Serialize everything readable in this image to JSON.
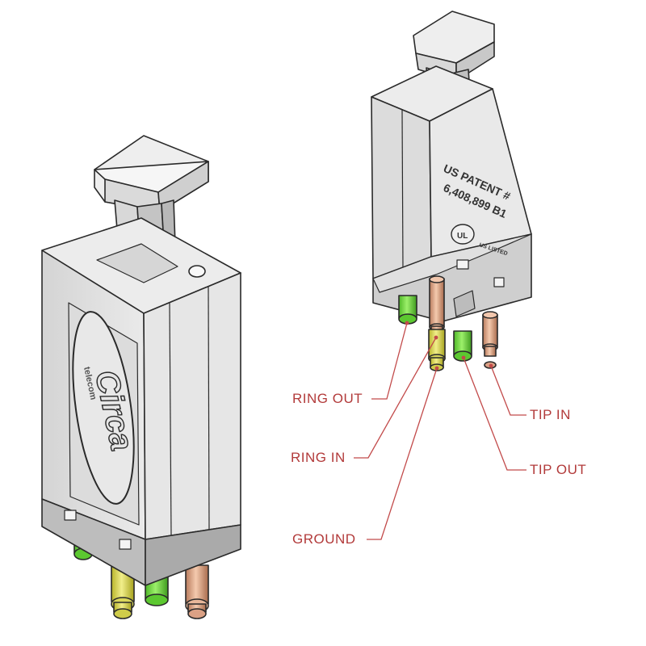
{
  "left_device": {
    "logo_text": "Circa",
    "logo_subtext": "telecom"
  },
  "right_device": {
    "patent_line1": "US PATENT #",
    "patent_line2": "6,408,899 B1",
    "listing_mark": "UL",
    "listing_text": "US LISTED"
  },
  "labels": {
    "ring_out": "RING OUT",
    "ring_in": "RING IN",
    "ground": "GROUND",
    "tip_in": "TIP IN",
    "tip_out": "TIP OUT"
  },
  "colors": {
    "body": "#e3e3e3",
    "outline": "#2a2a2a",
    "label": "#b23a3a",
    "leader": "#c24a4a",
    "pin_green": "#7bd84a",
    "pin_yellow": "#dcd84a",
    "pin_copper": "#e0a98a"
  }
}
